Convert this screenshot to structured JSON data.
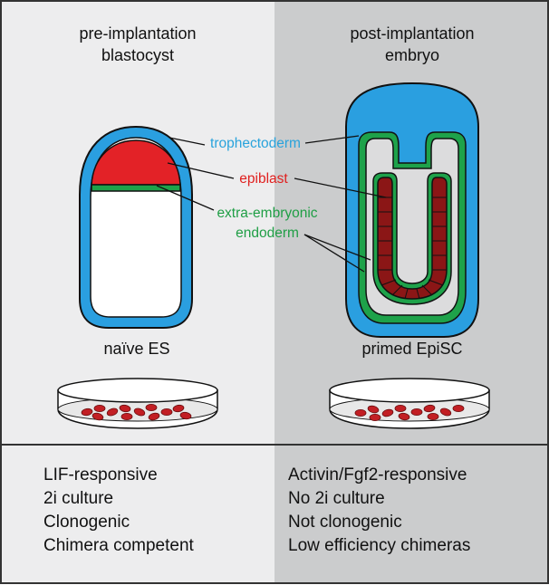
{
  "left_panel": {
    "title_line1": "pre-implantation",
    "title_line2": "blastocyst",
    "dish_label": "naïve ES",
    "properties": [
      "LIF-responsive",
      "2i culture",
      "Clonogenic",
      "Chimera competent"
    ]
  },
  "right_panel": {
    "title_line1": "post-implantation",
    "title_line2": "embryo",
    "dish_label": "primed EpiSC",
    "properties": [
      "Activin/Fgf2-responsive",
      "No 2i culture",
      "Not clonogenic",
      "Low efficiency chimeras"
    ]
  },
  "labels": {
    "trophectoderm": "trophectoderm",
    "epiblast": "epiblast",
    "endoderm_line1": "extra-embryonic",
    "endoderm_line2": "endoderm"
  },
  "colors": {
    "left_bg": "#ededee",
    "right_bg": "#cbcccd",
    "trophectoderm": "#2a9fe0",
    "epiblast": "#e32227",
    "epiblast_dark": "#8b1616",
    "endoderm": "#1ea24a",
    "trophectoderm_label": "#29a3dc",
    "epiblast_label": "#e0201f",
    "endoderm_label": "#1f9e45",
    "cell": "#c21f24"
  }
}
